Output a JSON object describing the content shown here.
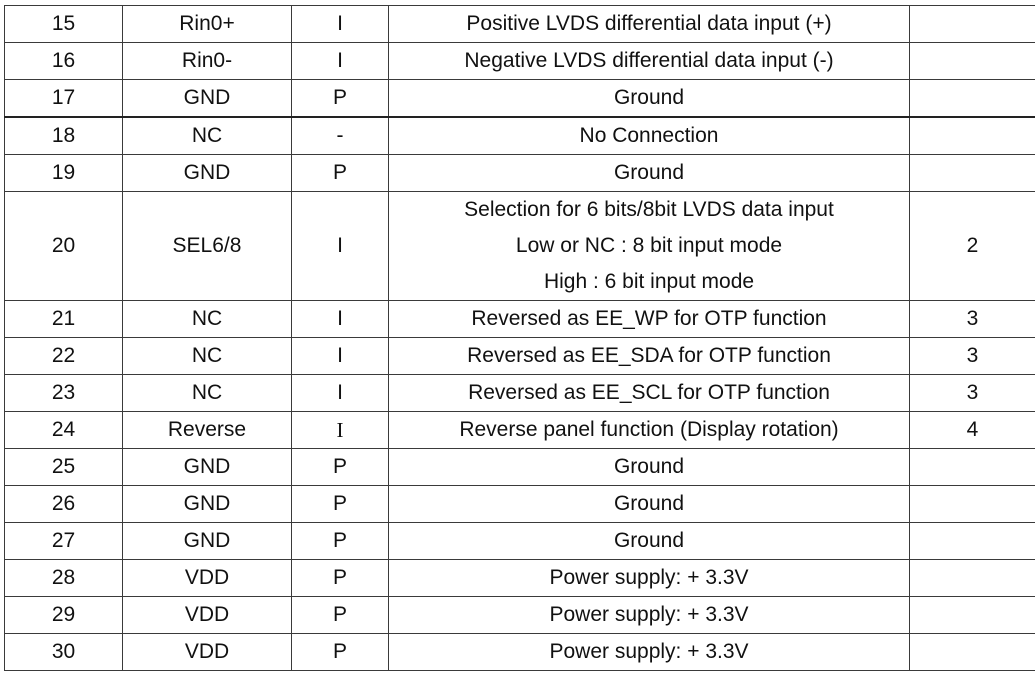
{
  "rows": [
    {
      "pin": "15",
      "symbol": "Rin0+",
      "io": "I",
      "description": "Positive LVDS differential data input (+)",
      "note": ""
    },
    {
      "pin": "16",
      "symbol": "Rin0-",
      "io": "I",
      "description": "Negative LVDS differential data input (-)",
      "note": ""
    },
    {
      "pin": "17",
      "symbol": "GND",
      "io": "P",
      "description": "Ground",
      "note": ""
    },
    {
      "pin": "18",
      "symbol": "NC",
      "io": "-",
      "description": "No Connection",
      "note": ""
    },
    {
      "pin": "19",
      "symbol": "GND",
      "io": "P",
      "description": "Ground",
      "note": ""
    },
    {
      "pin": "20",
      "symbol": "SEL6/8",
      "io": "I",
      "description_lines": [
        "Selection for 6 bits/8bit LVDS data input",
        "Low or NC : 8 bit input mode",
        "High : 6 bit input mode"
      ],
      "note": "2"
    },
    {
      "pin": "21",
      "symbol": "NC",
      "io": "I",
      "description": "Reversed as EE_WP for OTP function",
      "note": "3"
    },
    {
      "pin": "22",
      "symbol": "NC",
      "io": "I",
      "description": "Reversed as EE_SDA for OTP function",
      "note": "3"
    },
    {
      "pin": "23",
      "symbol": "NC",
      "io": "I",
      "description": "Reversed as EE_SCL for OTP function",
      "note": "3"
    },
    {
      "pin": "24",
      "symbol": "Reverse",
      "io": "I",
      "description": "Reverse panel function (Display rotation)",
      "note": "4"
    },
    {
      "pin": "25",
      "symbol": "GND",
      "io": "P",
      "description": "Ground",
      "note": ""
    },
    {
      "pin": "26",
      "symbol": "GND",
      "io": "P",
      "description": "Ground",
      "note": ""
    },
    {
      "pin": "27",
      "symbol": "GND",
      "io": "P",
      "description": "Ground",
      "note": ""
    },
    {
      "pin": "28",
      "symbol": "VDD",
      "io": "P",
      "description": "Power supply: + 3.3V",
      "note": ""
    },
    {
      "pin": "29",
      "symbol": "VDD",
      "io": "P",
      "description": "Power supply: + 3.3V",
      "note": ""
    },
    {
      "pin": "30",
      "symbol": "VDD",
      "io": "P",
      "description": "Power supply: + 3.3V",
      "note": ""
    }
  ]
}
